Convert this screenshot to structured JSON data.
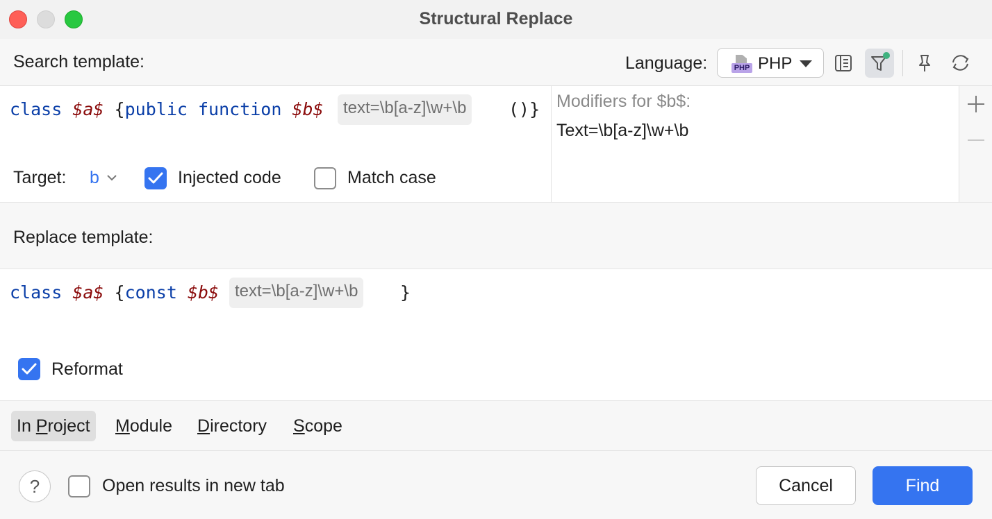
{
  "window": {
    "title": "Structural Replace"
  },
  "search": {
    "label": "Search template:",
    "language_label": "Language:",
    "language_value": "PHP",
    "language_icon": "php-file-icon",
    "code": {
      "kw_class": "class",
      "var_a": "$a$",
      "brace_open": "{",
      "kw_public": "public",
      "kw_function": "function",
      "var_b": "$b$",
      "chip": "text=\\b[a-z]\\w+\\b",
      "tail": "()}"
    },
    "target_label": "Target:",
    "target_value": "b",
    "injected_code_label": "Injected code",
    "injected_code_checked": true,
    "match_case_label": "Match case",
    "match_case_checked": false
  },
  "modifiers": {
    "title": "Modifiers for $b$:",
    "text": "Text=\\b[a-z]\\w+\\b"
  },
  "replace": {
    "label": "Replace template:",
    "code": {
      "kw_class": "class",
      "var_a": "$a$",
      "brace_open": "{",
      "kw_const": "const",
      "var_b": "$b$",
      "chip": "text=\\b[a-z]\\w+\\b",
      "tail": "}"
    },
    "reformat_label": "Reformat",
    "reformat_checked": true
  },
  "scope": {
    "tabs": [
      {
        "pre": "In ",
        "u": "P",
        "post": "roject",
        "selected": true
      },
      {
        "pre": "",
        "u": "M",
        "post": "odule",
        "selected": false
      },
      {
        "pre": "",
        "u": "D",
        "post": "irectory",
        "selected": false
      },
      {
        "pre": "",
        "u": "S",
        "post": "cope",
        "selected": false
      }
    ]
  },
  "footer": {
    "help_glyph": "?",
    "open_results_label": "Open results in new tab",
    "open_results_checked": false,
    "cancel_label": "Cancel",
    "find_label": "Find"
  },
  "colors": {
    "accent": "#3574f0",
    "keyword": "#0b3fa8",
    "variable": "#8a0a0a"
  }
}
